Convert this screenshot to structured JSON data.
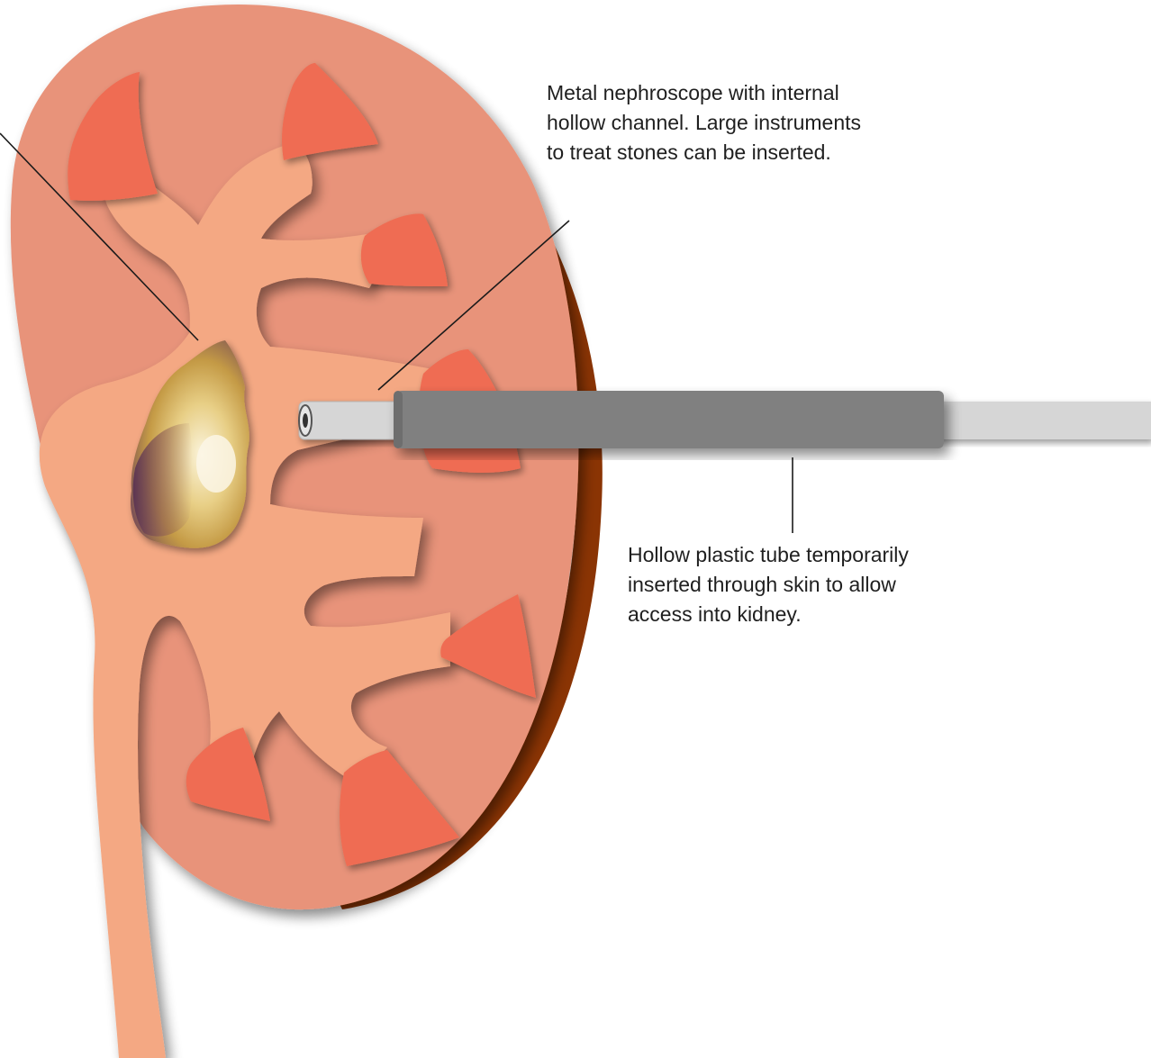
{
  "callouts": {
    "nephroscope": {
      "lines": [
        "Metal nephroscope with internal",
        "hollow channel. Large instruments",
        "to treat stones can be inserted."
      ]
    },
    "access_tube": {
      "lines": [
        "Hollow plastic tube temporarily",
        "inserted through skin to allow",
        "access into kidney."
      ]
    }
  },
  "colors": {
    "background": "#ffffff",
    "kidney_cortex": "#e8937a",
    "kidney_capsule_edge": "#8a3404",
    "renal_pelvis": "#f4a883",
    "calyx_papilla": "#ef6c52",
    "kidney_stone_light": "#f3e3b0",
    "kidney_stone_gold": "#c9a04a",
    "kidney_stone_dark": "#6b3f5a",
    "access_tube": "#808080",
    "nephroscope": "#d6d6d6",
    "leader_line": "#1a1a1a"
  }
}
